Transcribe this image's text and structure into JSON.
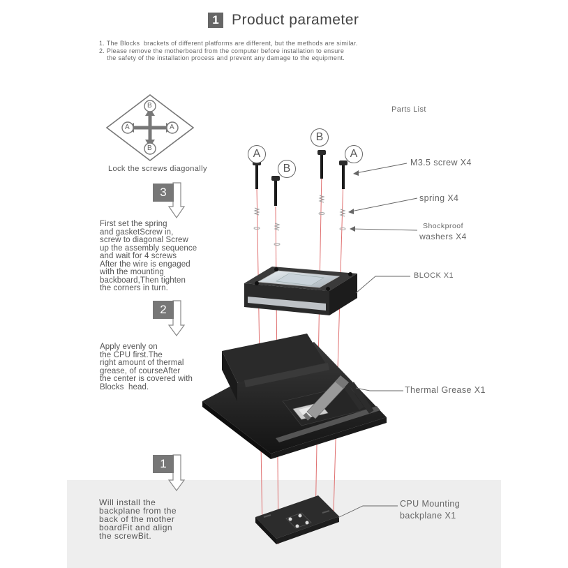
{
  "header": {
    "step_number": "1",
    "title": "Product parameter"
  },
  "notes": {
    "line1": "1. The Blocks  brackets of different platforms are different, but the methods are similar.",
    "line2": "2. Please remove the motherboard from the computer before installation to ensure",
    "line3": "    the safety of the installation process and prevent any damage to the equipment."
  },
  "lock_diagram": {
    "caption": "Lock the screws diagonally",
    "marker_a": "A",
    "marker_b": "B"
  },
  "screw_markers": [
    "A",
    "B",
    "B",
    "A"
  ],
  "parts": {
    "heading": "Parts List",
    "screw": "M3.5 screw X4",
    "spring": "spring X4",
    "washers_line1": "Shockproof",
    "washers_line2": "washers X4",
    "block": "BLOCK X1",
    "grease": "Thermal Grease  X1",
    "backplane_line1": "CPU Mounting",
    "backplane_line2": "backplane X1"
  },
  "steps": [
    {
      "number": "3",
      "text": "First set the spring\nand gasketScrew in,\nscrew to diagonal Screw\nup the assembly sequence\nand wait for 4 screws\nAfter the wire is engaged\nwith the mounting\nbackboard,Then tighten\nthe corners in turn."
    },
    {
      "number": "2",
      "text": "Apply evenly on\nthe CPU first.The\nright amount of thermal\ngrease, of courseAfter\nthe center is covered with\nBlocks  head."
    },
    {
      "number": "1",
      "text": "Will install the\nbackplane from the\nback of the mother\nboardFit and align\nthe screwBit."
    }
  ]
}
